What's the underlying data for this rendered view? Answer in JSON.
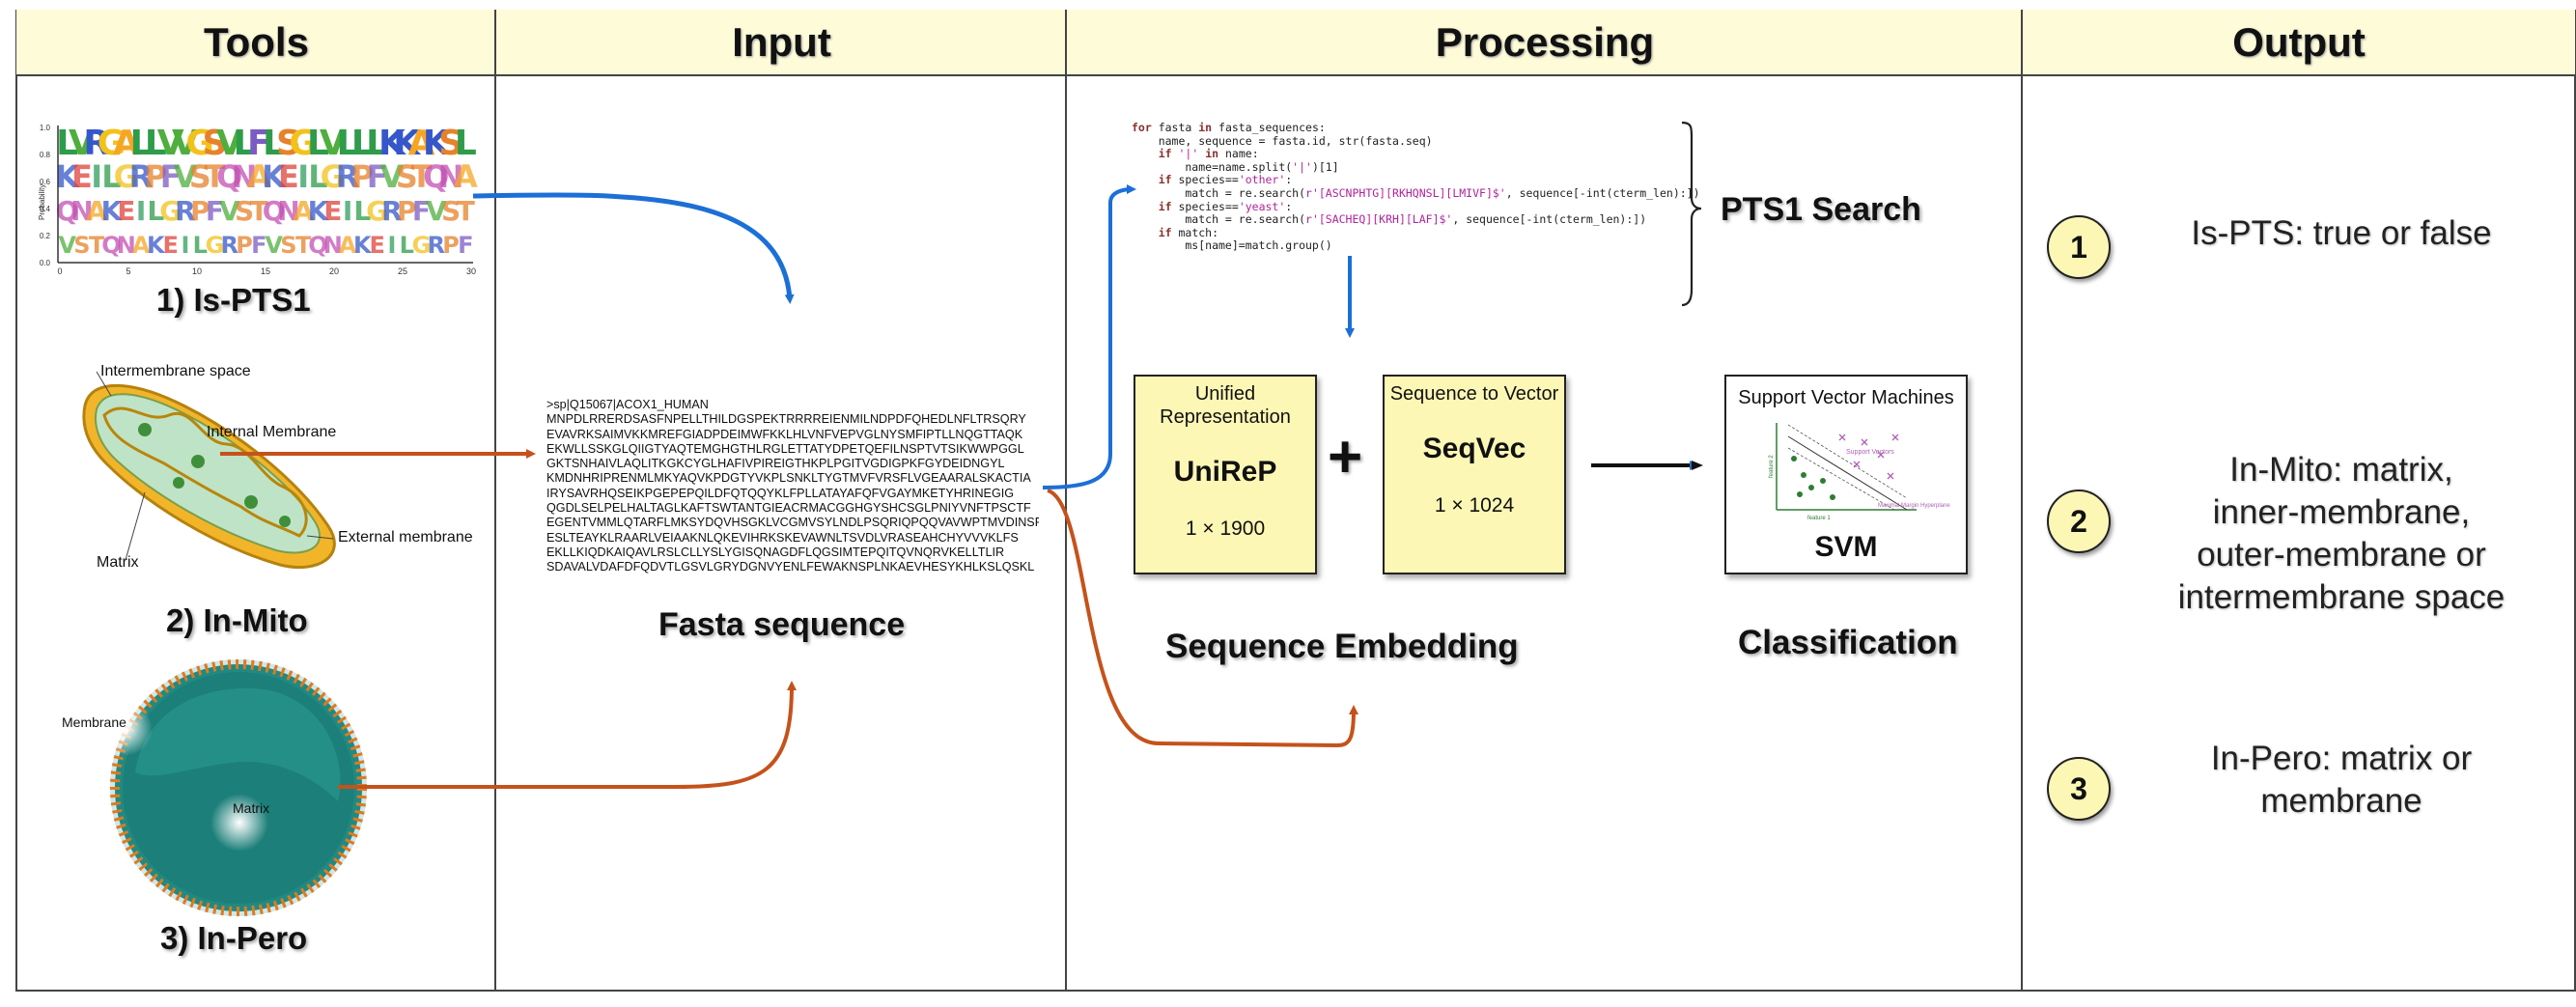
{
  "headers": {
    "tools": "Tools",
    "input": "Input",
    "processing": "Processing",
    "output": "Output"
  },
  "tools": {
    "pts1": {
      "label": "1) Is-PTS1",
      "logo_letters": "LVRGALLVVGSVLFLSGLVLLLKKAKSL",
      "y_axis": "Probability",
      "y_ticks": [
        "0.0",
        "0.2",
        "0.4",
        "0.6",
        "0.8",
        "1.0"
      ],
      "x_ticks": [
        "0",
        "5",
        "10",
        "15",
        "20",
        "25",
        "30"
      ]
    },
    "mito": {
      "label": "2) In-Mito",
      "intermembrane": "Intermembrane space",
      "internal": "Internal Membrane",
      "external": "External membrane",
      "matrix": "Matrix"
    },
    "pero": {
      "label": "3) In-Pero",
      "membrane": "Membrane",
      "matrix": "Matrix"
    }
  },
  "input": {
    "fasta_lines": [
      ">sp|Q15067|ACOX1_HUMAN",
      "MNPDLRRERDSASFNPELLTHILDGSPEKTRRRREIENMILNDPDFQHEDLNFLTRSQRY",
      "EVAVRKSAIMVKKMREFGIADPDEIMWFKKLHLVNFVEPVGLNYSMFIPTLLNQGTTAQK",
      "EKWLLSSKGLQIIGTYAQTEMGHGTHLRGLETTATYDPETQEFILNSPTVTSIKWWPGGL",
      "GKTSNHAIVLAQLITKGKCYGLHAFIVPIREIGTHKPLPGITVGDIGPKFGYDEIDNGYL",
      "KMDNHRIPRENMLMKYAQVKPDGTYVKPLSNKLTYGTMVFVRSFLVGEAARALSKACTIA",
      "IRYSAVRHQSEIKPGEPEPQILDFQTQQYKLFPLLATAYAFQFVGAYMKETYHRINEGIG",
      "QGDLSELPELHALTAGLKAFTSWTANTGIEACRMACGGHGYSHCSGLPNIYVNFTPSCTF",
      "EGENTVMMLQTARFLMKSYDQVHSGKLVCGMVSYLNDLPSQRIQPQQVAVWPTMVDINSP",
      "ESLTEAYKLRAARLVEIAAKNLQKEVIHRKSKEVAWNLTSVDLVRASEAHCHYVVVKLFS",
      "EKLLKIQDKAIQAVLRSLCLLYSLYGISQNAGDFLQGSIMTEPQITQVNQRVKELLTLIR",
      "SDAVALVDAFDFQDVTLGSVLGRYDGNVYENLFEWAKNSPLNKAEVHESYKHLKSLQSKL"
    ],
    "label": "Fasta sequence"
  },
  "processing": {
    "code_lines": [
      "for fasta in fasta_sequences:",
      "    name, sequence = fasta.id, str(fasta.seq)",
      "    if '|' in name:",
      "        name=name.split('|')[1]",
      "    if species=='other':",
      "        match = re.search(r'[ASCNPHTG][RKHQNSL][LMIVF]$', sequence[-int(cterm_len):])",
      "    if species=='yeast':",
      "        match = re.search(r'[SACHEQ][KRH][LAF]$', sequence[-int(cterm_len):])",
      "    if match:",
      "        ms[name]=match.group()"
    ],
    "pts1_search": "PTS1 Search",
    "unirep": {
      "title": "Unified Representation",
      "name": "UniReP",
      "dim": "1 × 1900"
    },
    "plus": "+",
    "seqvec": {
      "title": "Sequence to Vector",
      "name": "SeqVec",
      "dim": "1 × 1024"
    },
    "svm": {
      "title": "Support Vector Machines",
      "name": "SVM",
      "plot_labels": [
        "Support Vectors",
        "Maximal Margin Hyperplane",
        "feature 1",
        "feature 2"
      ]
    },
    "embedding_label": "Sequence Embedding",
    "classification_label": "Classification"
  },
  "output": {
    "items": [
      {
        "num": "1",
        "lines": [
          "Is-PTS:  true or false"
        ]
      },
      {
        "num": "2",
        "lines": [
          "In-Mito:  matrix,",
          "inner-membrane,",
          "outer-membrane or",
          "intermembrane space"
        ]
      },
      {
        "num": "3",
        "lines": [
          "In-Pero:  matrix or",
          "membrane"
        ]
      }
    ]
  },
  "colors": {
    "header_fill": "#fefbd8",
    "box_fill": "#fdf7b6",
    "blue_arrow": "#1c6fd6",
    "orange_arrow": "#c5521b"
  }
}
